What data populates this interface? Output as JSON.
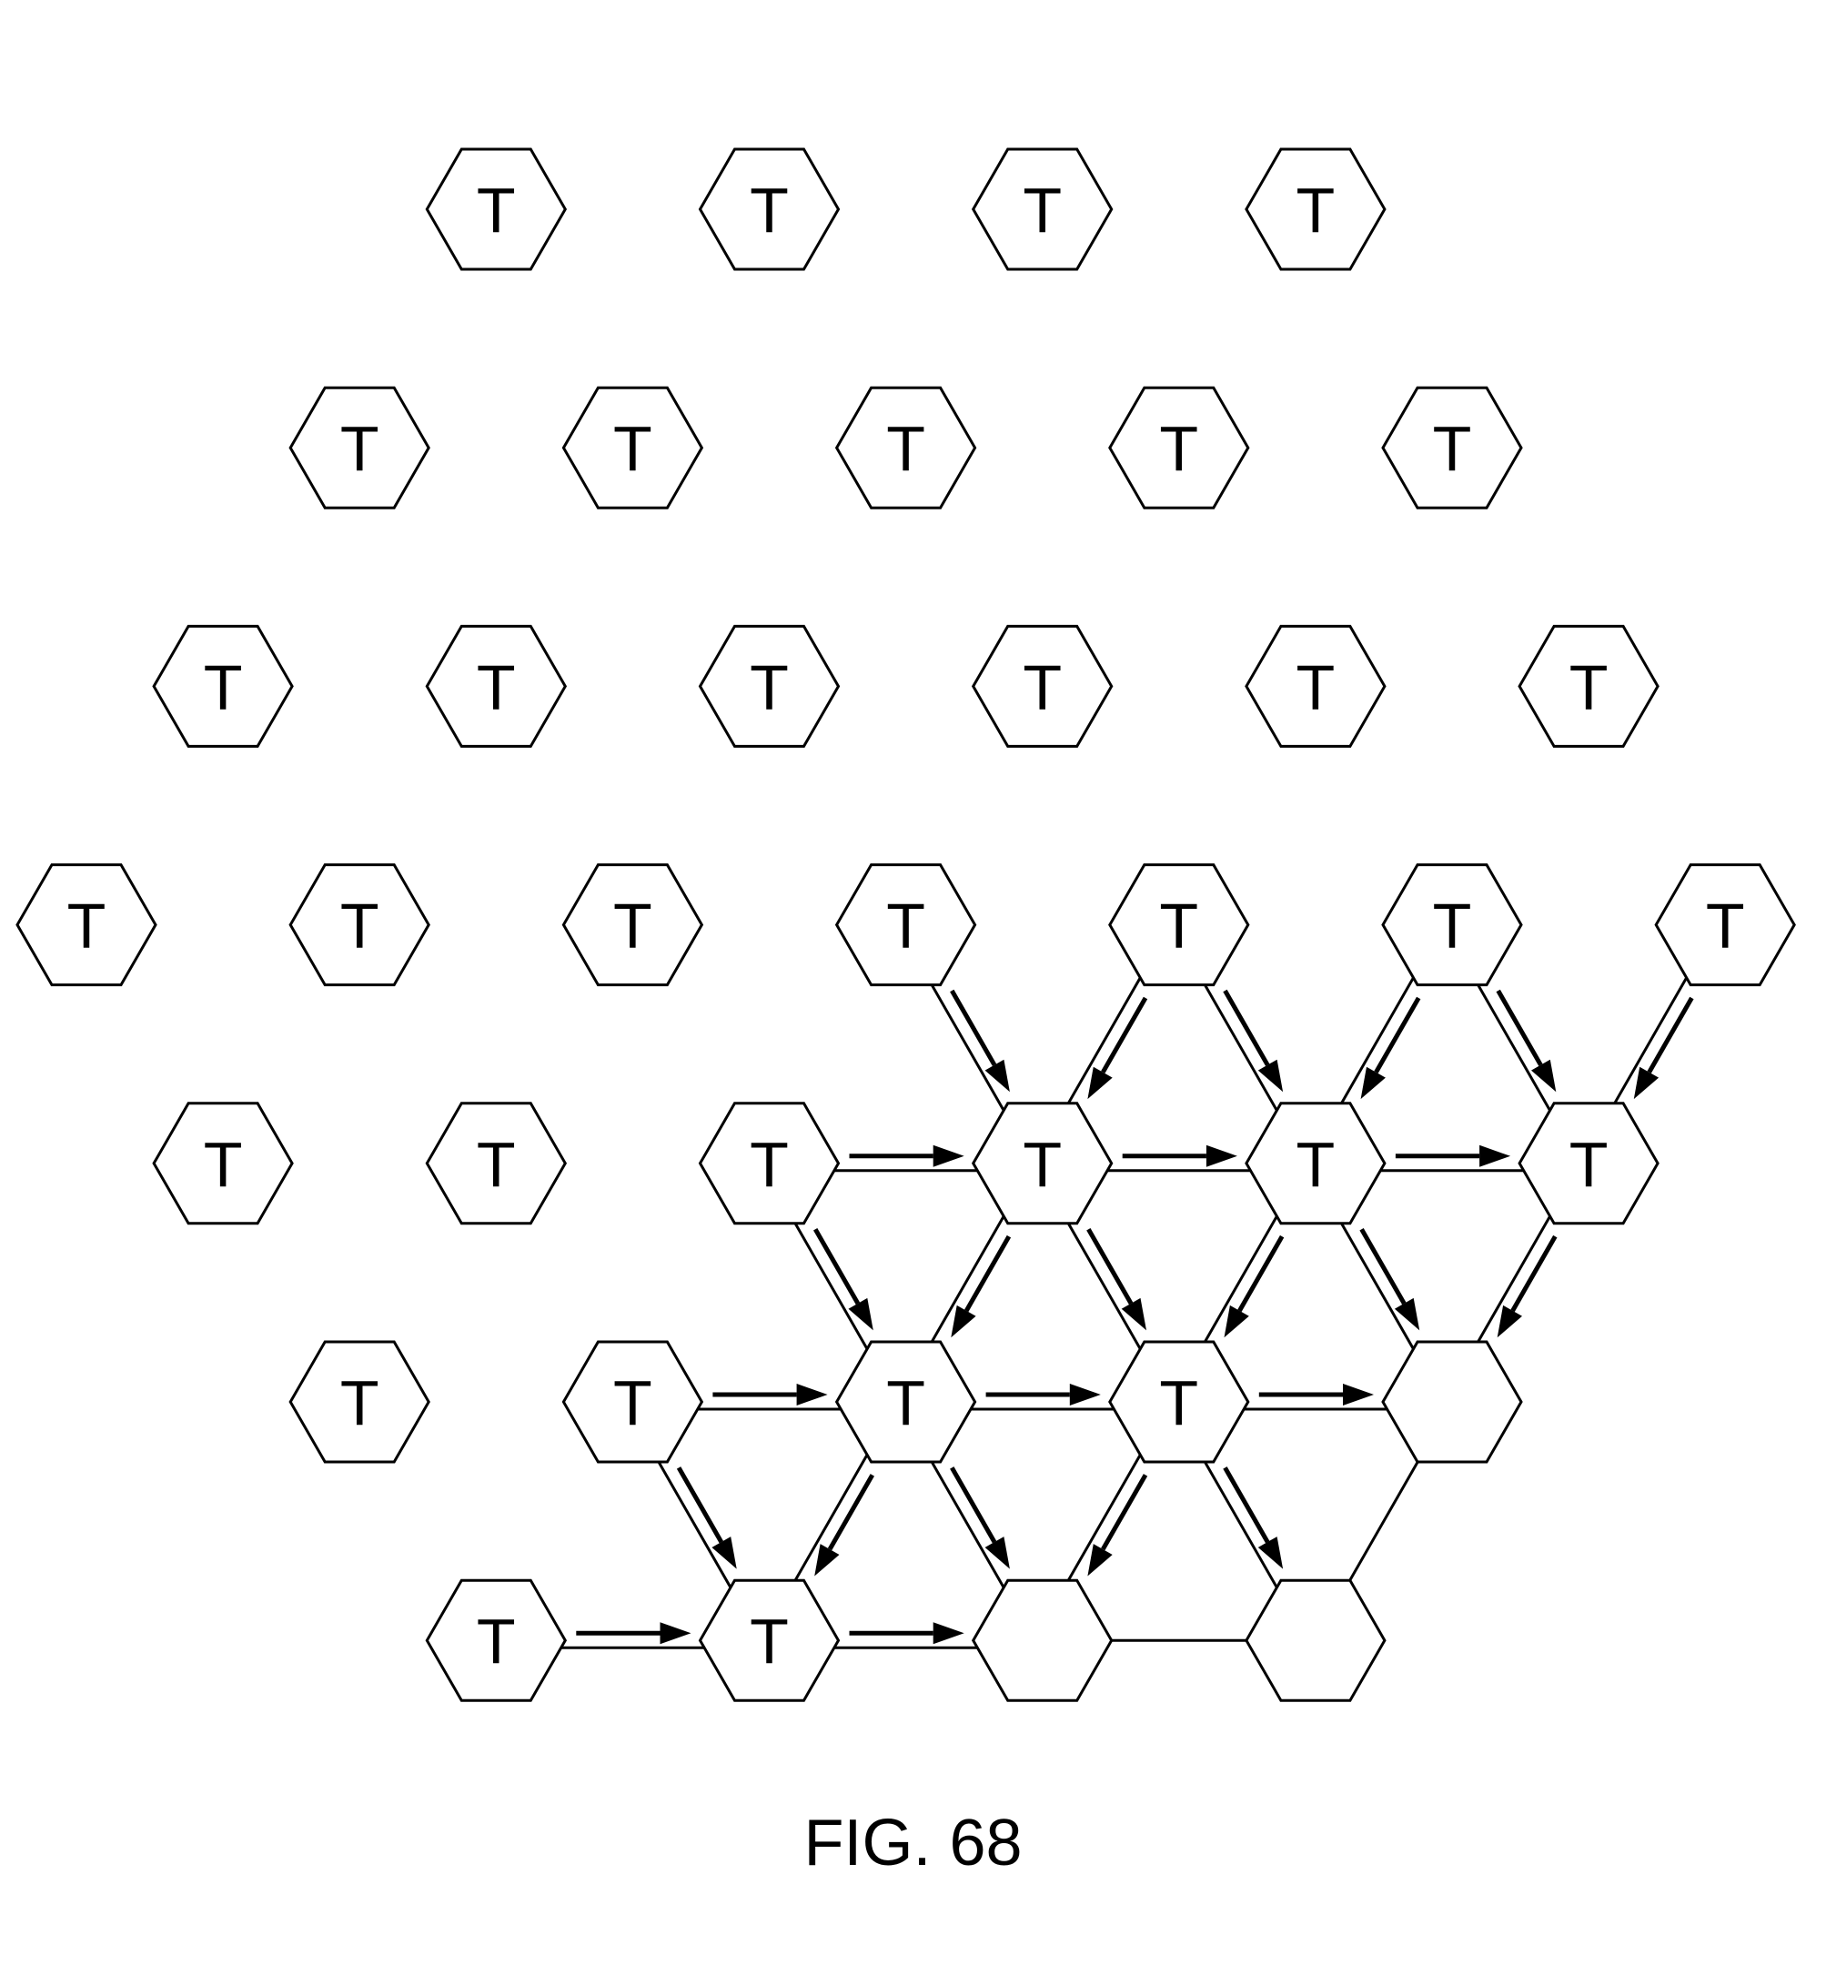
{
  "caption": "FIG. 68",
  "tile_label": "T",
  "tiles": [
    {
      "row": 0,
      "col": 6,
      "label": "T"
    },
    {
      "row": 0,
      "col": 8,
      "label": "T"
    },
    {
      "row": 0,
      "col": 10,
      "label": "T"
    },
    {
      "row": 0,
      "col": 12,
      "label": "T"
    },
    {
      "row": 1,
      "col": 5,
      "label": "T"
    },
    {
      "row": 1,
      "col": 7,
      "label": "T"
    },
    {
      "row": 1,
      "col": 9,
      "label": "T"
    },
    {
      "row": 1,
      "col": 11,
      "label": "T"
    },
    {
      "row": 1,
      "col": 13,
      "label": "T"
    },
    {
      "row": 2,
      "col": 4,
      "label": "T"
    },
    {
      "row": 2,
      "col": 6,
      "label": "T"
    },
    {
      "row": 2,
      "col": 8,
      "label": "T"
    },
    {
      "row": 2,
      "col": 10,
      "label": "T"
    },
    {
      "row": 2,
      "col": 12,
      "label": "T"
    },
    {
      "row": 2,
      "col": 14,
      "label": "T"
    },
    {
      "row": 3,
      "col": 3,
      "label": "T"
    },
    {
      "row": 3,
      "col": 5,
      "label": "T"
    },
    {
      "row": 3,
      "col": 7,
      "label": "T"
    },
    {
      "row": 3,
      "col": 9,
      "label": "T"
    },
    {
      "row": 3,
      "col": 11,
      "label": "T"
    },
    {
      "row": 3,
      "col": 13,
      "label": "T"
    },
    {
      "row": 3,
      "col": 15,
      "label": "T"
    },
    {
      "row": 4,
      "col": 4,
      "label": "T"
    },
    {
      "row": 4,
      "col": 6,
      "label": "T"
    },
    {
      "row": 4,
      "col": 8,
      "label": "T"
    },
    {
      "row": 4,
      "col": 10,
      "label": "T"
    },
    {
      "row": 4,
      "col": 12,
      "label": "T"
    },
    {
      "row": 4,
      "col": 14,
      "label": "T"
    },
    {
      "row": 5,
      "col": 5,
      "label": "T"
    },
    {
      "row": 5,
      "col": 7,
      "label": "T"
    },
    {
      "row": 5,
      "col": 9,
      "label": "T"
    },
    {
      "row": 5,
      "col": 11,
      "label": "T"
    },
    {
      "row": 5,
      "col": 13,
      "label": ""
    },
    {
      "row": 6,
      "col": 6,
      "label": "T"
    },
    {
      "row": 6,
      "col": 8,
      "label": "T"
    },
    {
      "row": 6,
      "col": 10,
      "label": ""
    },
    {
      "row": 6,
      "col": 12,
      "label": ""
    }
  ],
  "arrows": [
    {
      "from": [
        3,
        9
      ],
      "to": [
        4,
        10
      ]
    },
    {
      "from": [
        3,
        11
      ],
      "to": [
        4,
        10
      ]
    },
    {
      "from": [
        3,
        11
      ],
      "to": [
        4,
        12
      ]
    },
    {
      "from": [
        3,
        13
      ],
      "to": [
        4,
        12
      ]
    },
    {
      "from": [
        3,
        13
      ],
      "to": [
        4,
        14
      ]
    },
    {
      "from": [
        3,
        15
      ],
      "to": [
        4,
        14
      ]
    },
    {
      "from": [
        4,
        8
      ],
      "to": [
        4,
        10
      ]
    },
    {
      "from": [
        4,
        10
      ],
      "to": [
        4,
        12
      ]
    },
    {
      "from": [
        4,
        12
      ],
      "to": [
        4,
        14
      ]
    },
    {
      "from": [
        4,
        8
      ],
      "to": [
        5,
        9
      ]
    },
    {
      "from": [
        4,
        10
      ],
      "to": [
        5,
        9
      ]
    },
    {
      "from": [
        4,
        10
      ],
      "to": [
        5,
        11
      ]
    },
    {
      "from": [
        4,
        12
      ],
      "to": [
        5,
        11
      ]
    },
    {
      "from": [
        4,
        12
      ],
      "to": [
        5,
        13
      ]
    },
    {
      "from": [
        4,
        14
      ],
      "to": [
        5,
        13
      ]
    },
    {
      "from": [
        5,
        7
      ],
      "to": [
        5,
        9
      ]
    },
    {
      "from": [
        5,
        9
      ],
      "to": [
        5,
        11
      ]
    },
    {
      "from": [
        5,
        11
      ],
      "to": [
        5,
        13
      ]
    },
    {
      "from": [
        5,
        7
      ],
      "to": [
        6,
        8
      ]
    },
    {
      "from": [
        5,
        9
      ],
      "to": [
        6,
        8
      ]
    },
    {
      "from": [
        5,
        9
      ],
      "to": [
        6,
        10
      ]
    },
    {
      "from": [
        5,
        11
      ],
      "to": [
        6,
        10
      ]
    },
    {
      "from": [
        5,
        11
      ],
      "to": [
        6,
        12
      ]
    },
    {
      "from": [
        6,
        6
      ],
      "to": [
        6,
        8
      ]
    },
    {
      "from": [
        6,
        8
      ],
      "to": [
        6,
        10
      ]
    }
  ],
  "edges": [
    {
      "from": [
        5,
        13
      ],
      "to": [
        6,
        12
      ]
    },
    {
      "from": [
        6,
        10
      ],
      "to": [
        6,
        12
      ]
    }
  ]
}
